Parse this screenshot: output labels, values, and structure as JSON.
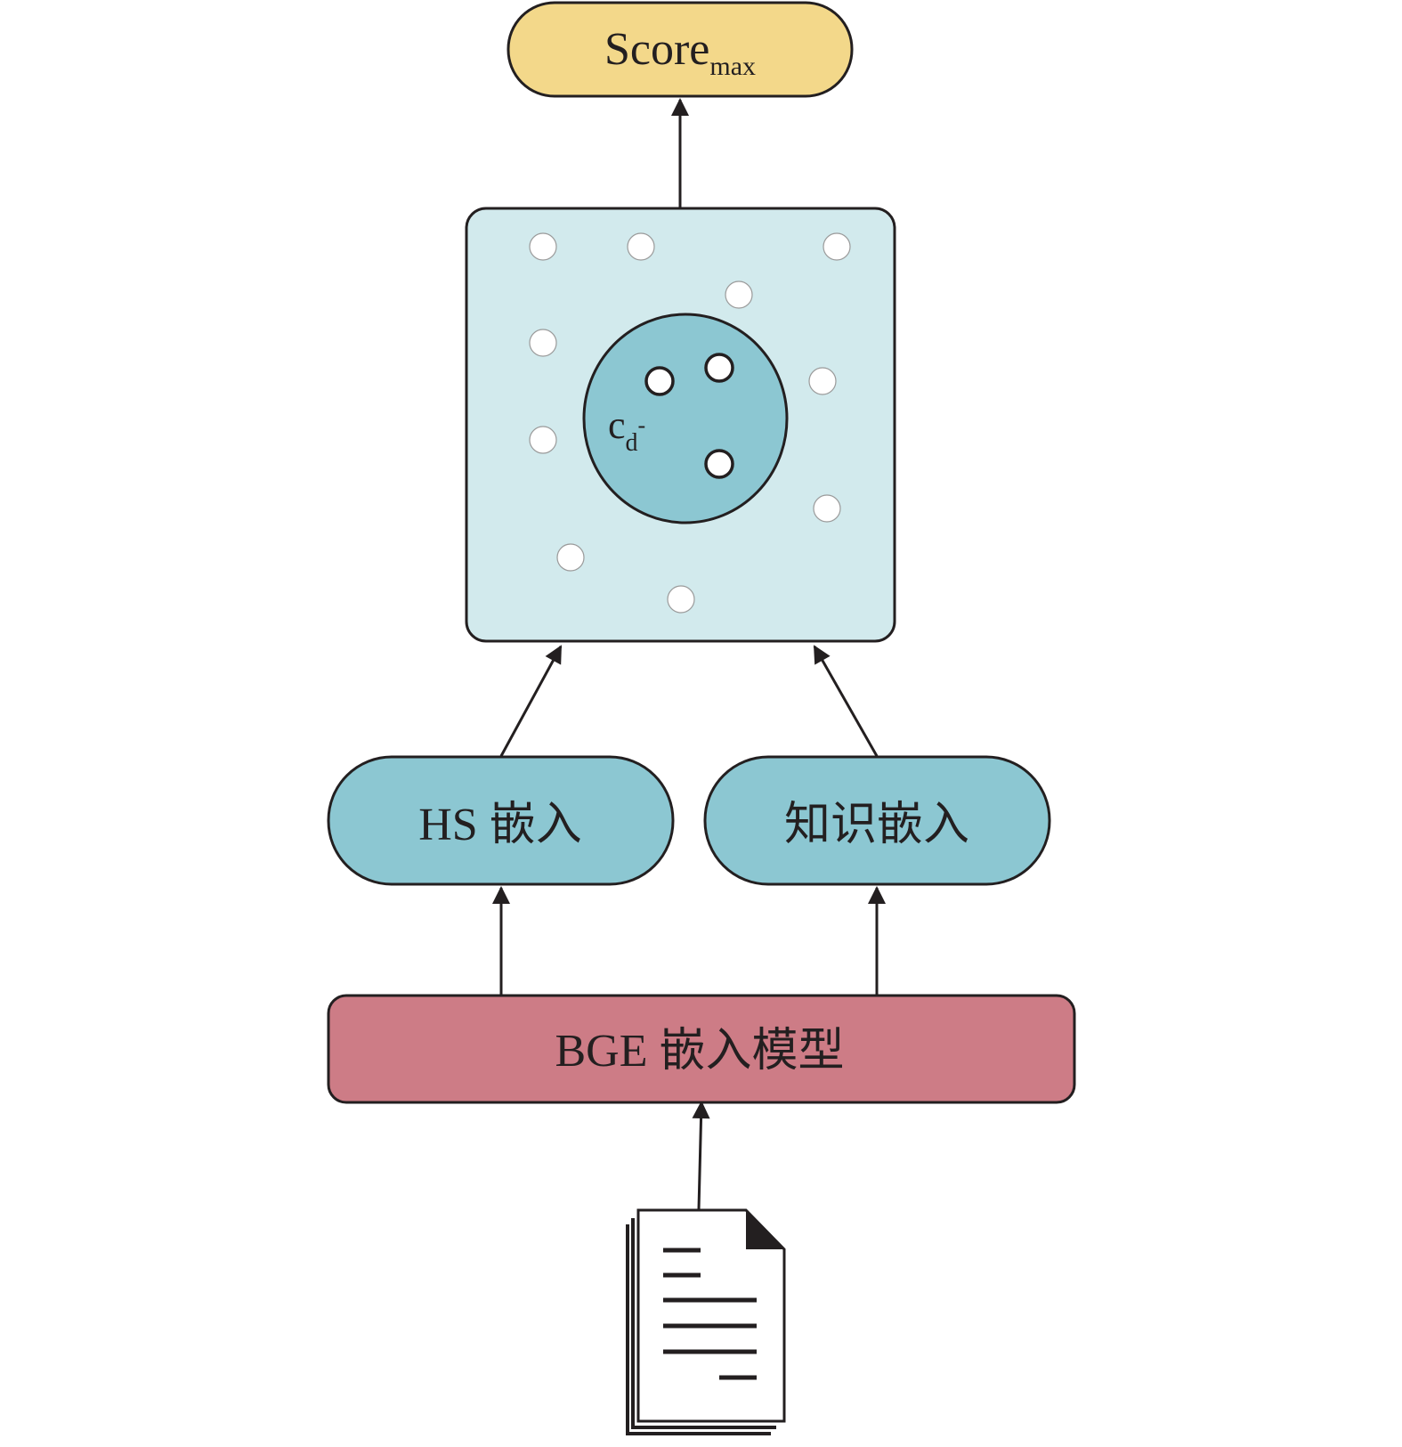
{
  "colors": {
    "score_fill": "#f3d88a",
    "space_fill": "#d2eaed",
    "embed_fill": "#8cc7d2",
    "cluster_fill": "#8cc7d2",
    "model_fill": "#cd7c86",
    "stroke": "#231f20",
    "point_fill": "#ffffff"
  },
  "nodes": {
    "score": {
      "main": "Score",
      "sub": "max"
    },
    "cluster": {
      "main": "c",
      "sub": "d",
      "sup": "-"
    },
    "hs_embed": {
      "label": "HS 嵌入"
    },
    "knowledge_embed": {
      "label": "知识嵌入"
    },
    "bge_model": {
      "label": "BGE 嵌入模型"
    },
    "document": {
      "icon": "document-icon"
    }
  },
  "edges": [
    {
      "from": "document",
      "to": "bge_model"
    },
    {
      "from": "bge_model",
      "to": "hs_embed"
    },
    {
      "from": "bge_model",
      "to": "knowledge_embed"
    },
    {
      "from": "hs_embed",
      "to": "embedding_space"
    },
    {
      "from": "knowledge_embed",
      "to": "embedding_space"
    },
    {
      "from": "embedding_space",
      "to": "score"
    }
  ]
}
